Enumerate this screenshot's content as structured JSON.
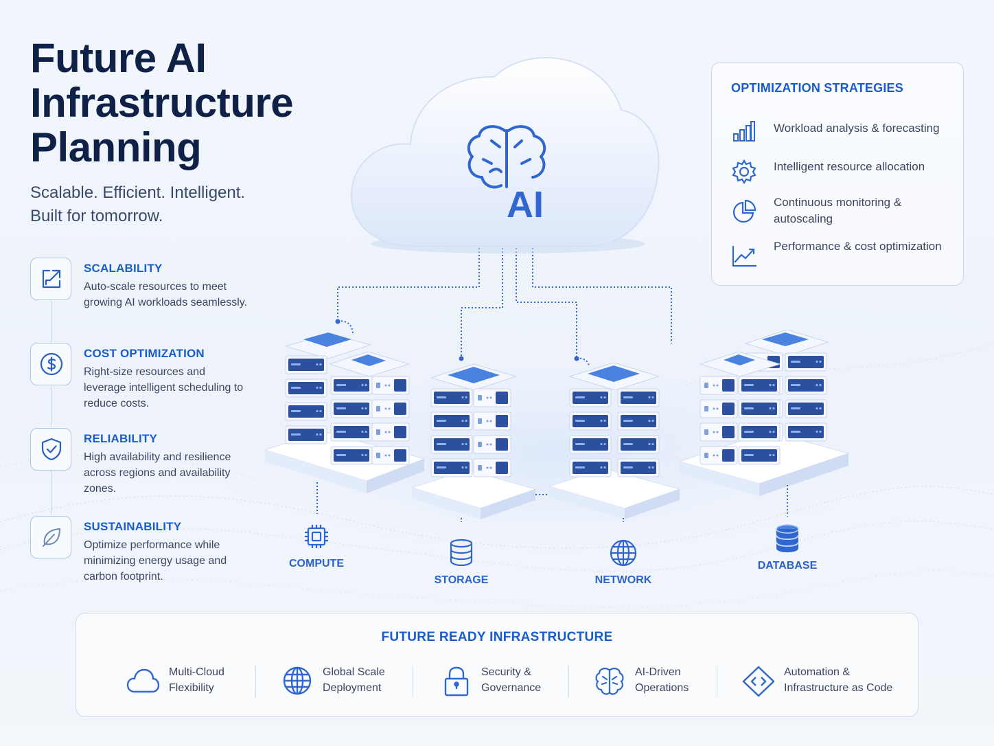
{
  "title_lines": [
    "Future AI",
    "Infrastructure",
    "Planning"
  ],
  "tagline_lines": [
    "Scalable. Efficient. Intelligent.",
    "Built for tomorrow."
  ],
  "cloud_label": "AI",
  "features": [
    {
      "icon": "scale-arrow-icon",
      "heading": "SCALABILITY",
      "description": "Auto-scale resources to meet growing AI workloads seamlessly."
    },
    {
      "icon": "dollar-icon",
      "heading": "COST OPTIMIZATION",
      "description": "Right-size resources and leverage intelligent scheduling to reduce costs."
    },
    {
      "icon": "shield-check-icon",
      "heading": "RELIABILITY",
      "description": "High availability and resilience across regions and availability zones."
    },
    {
      "icon": "leaf-icon",
      "heading": "SUSTAINABILITY",
      "description": "Optimize performance while minimizing energy usage and carbon footprint."
    }
  ],
  "optimization": {
    "heading": "OPTIMIZATION STRATEGIES",
    "items": [
      {
        "icon": "bar-chart-icon",
        "text": "Workload analysis & forecasting"
      },
      {
        "icon": "gear-icon",
        "text": "Intelligent resource allocation"
      },
      {
        "icon": "pie-chart-icon",
        "text": "Continuous monitoring & autoscaling"
      },
      {
        "icon": "trend-line-icon",
        "text": "Performance & cost optimization"
      }
    ]
  },
  "clusters": [
    {
      "icon": "cpu-chip-icon",
      "label": "COMPUTE"
    },
    {
      "icon": "storage-icon",
      "label": "STORAGE"
    },
    {
      "icon": "globe-icon",
      "label": "NETWORK"
    },
    {
      "icon": "database-icon",
      "label": "DATABASE"
    }
  ],
  "bottom": {
    "heading": "FUTURE READY INFRASTRUCTURE",
    "items": [
      {
        "icon": "cloud-icon",
        "line1": "Multi-Cloud",
        "line2": "Flexibility"
      },
      {
        "icon": "globe-icon",
        "line1": "Global Scale",
        "line2": "Deployment"
      },
      {
        "icon": "lock-icon",
        "line1": "Security &",
        "line2": "Governance"
      },
      {
        "icon": "brain-icon",
        "line1": "AI-Driven",
        "line2": "Operations"
      },
      {
        "icon": "code-icon",
        "line1": "Automation &",
        "line2": "Infrastructure as Code"
      }
    ]
  },
  "colors": {
    "accent": "#1a5cc8",
    "title": "#0f2147",
    "server_face": "#2c4f9e",
    "server_top": "#4a82e0"
  }
}
